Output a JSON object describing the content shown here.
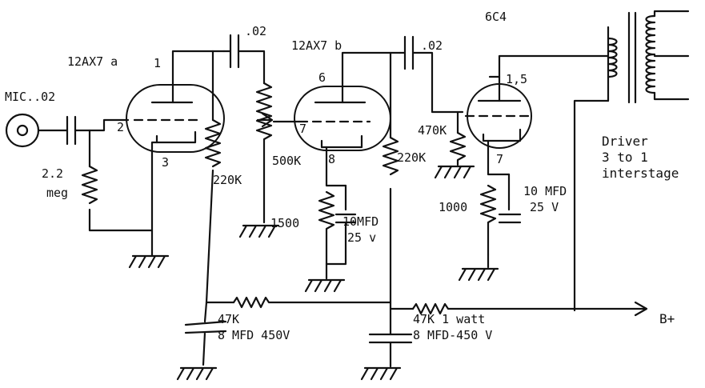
{
  "labels": {
    "mic": "MIC..02",
    "v1_name": "12AX7 a",
    "v1_pin_plate": "1",
    "v1_pin_grid": "2",
    "v1_pin_cathode": "3",
    "couple1_value": ".02",
    "grid_leak": "2.2",
    "grid_leak_unit": "meg",
    "plate_load1": "220K",
    "pot": "500K",
    "pot_ground": "1500",
    "v2_name": "12AX7 b",
    "v2_pin_plate": "6",
    "v2_pin_grid": "7",
    "v2_pin_cathode": "8",
    "couple2_value": ".02",
    "plate_load2": "220K",
    "cath_cap2": "10MFD",
    "cath_cap2_v": "25 v",
    "v3_name": "6C4",
    "v3_pin_plate": "1,5",
    "v3_pin_cathode": "7",
    "grid_res3": "470K",
    "cath_res3": "1000",
    "cath_cap3": "10 MFD",
    "cath_cap3_v": "25 V",
    "driver_line1": "Driver",
    "driver_line2": "3 to 1",
    "driver_line3": "interstage",
    "drop1_res": "47K",
    "filter1_cap": "8 MFD 450V",
    "drop2_res": "47K 1 watt",
    "filter2_cap": "8 MFD-450 V",
    "supply": "B+"
  }
}
